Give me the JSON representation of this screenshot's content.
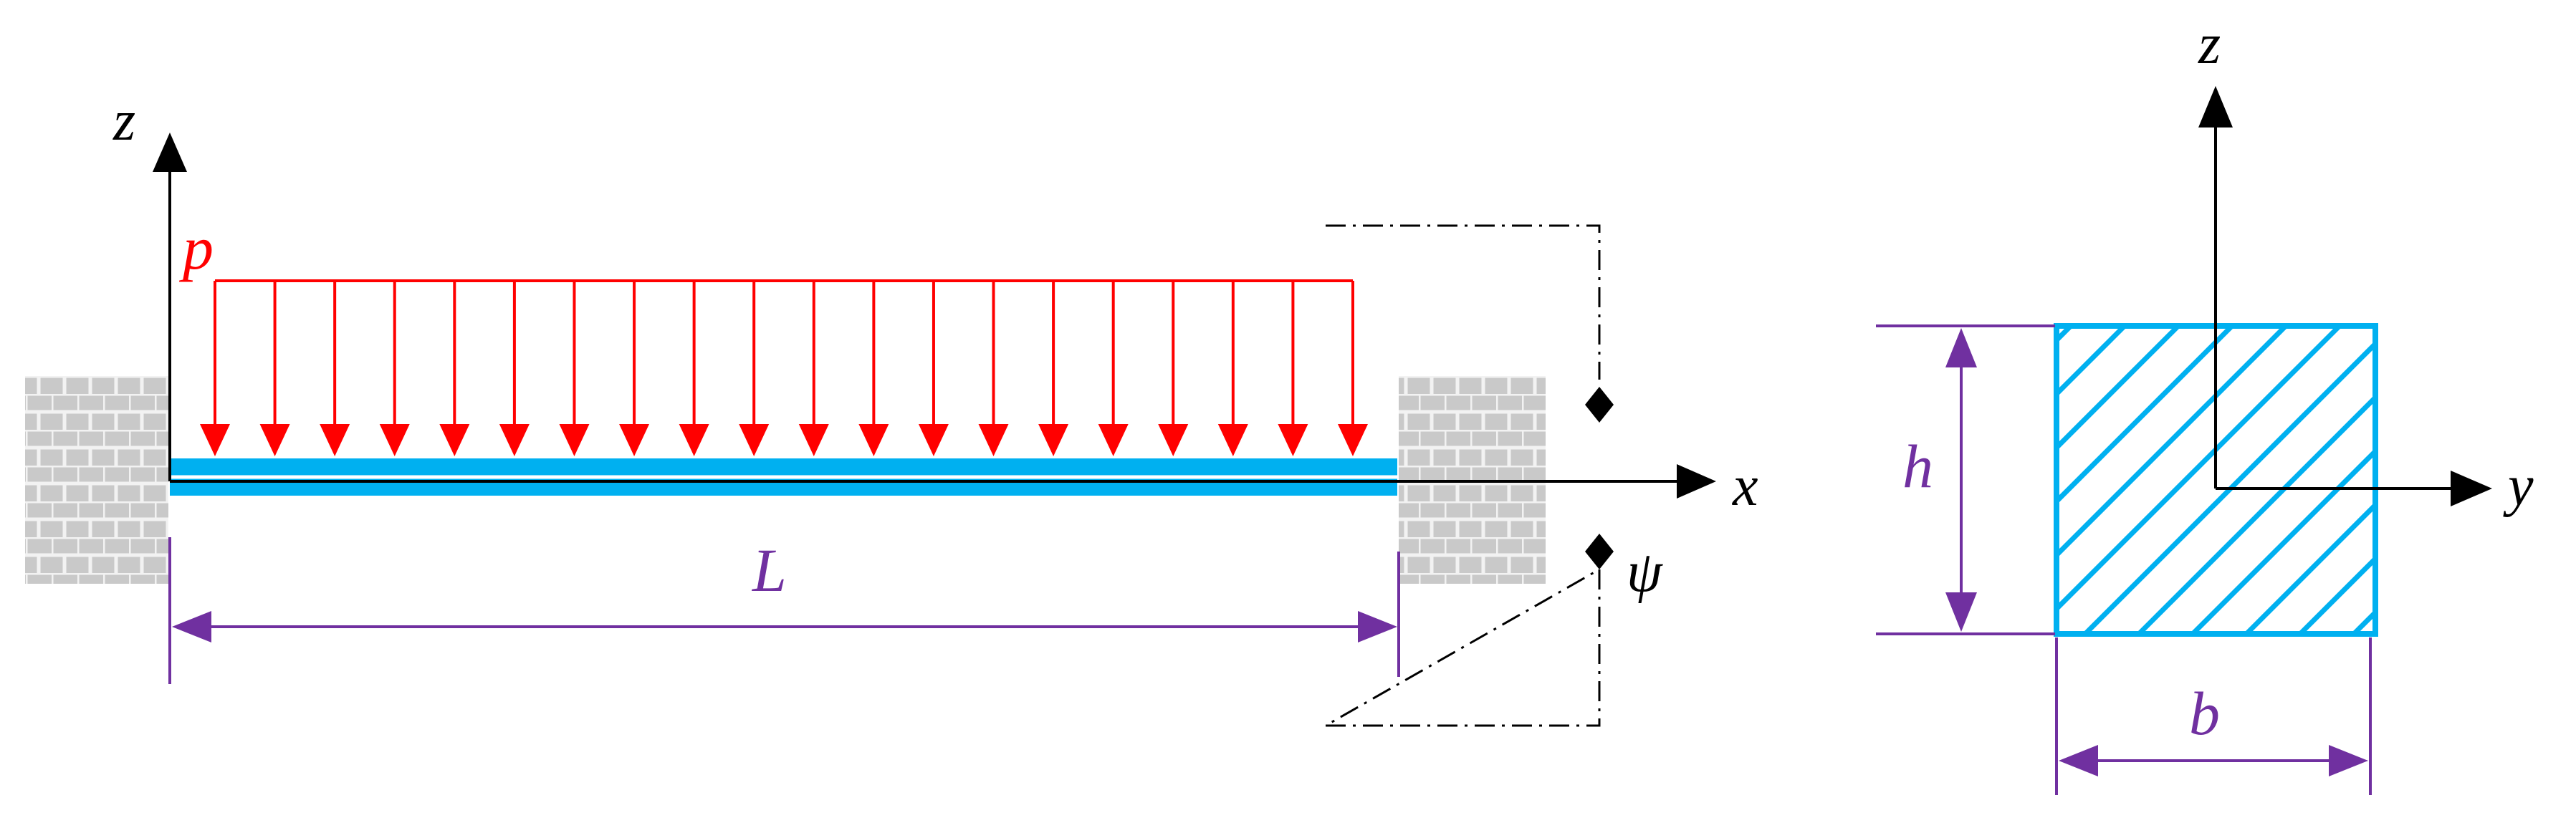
{
  "beam_diagram": {
    "labels": {
      "z_axis": "z",
      "x_axis": "x",
      "load": "p",
      "length": "L",
      "section_marker": "ψ"
    },
    "load_arrow_count": 20
  },
  "cross_section": {
    "labels": {
      "z_axis": "z",
      "y_axis": "y",
      "height": "h",
      "width": "b"
    }
  },
  "colors": {
    "load": "#ff0000",
    "beam": "#00b0f0",
    "dimension": "#7030a0",
    "axis": "#000000",
    "wall": "#c8c8c8",
    "section_fill": "#00b0f0"
  }
}
